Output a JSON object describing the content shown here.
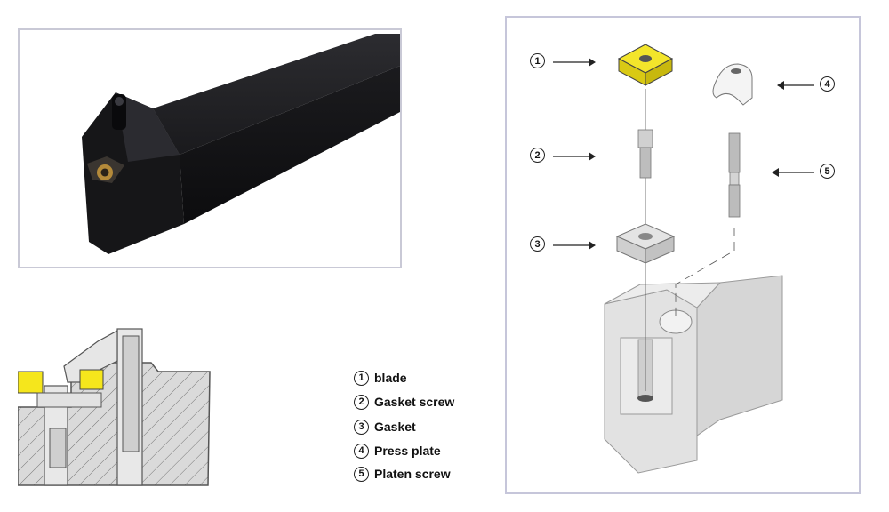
{
  "legend": [
    {
      "num": "1",
      "label": "blade"
    },
    {
      "num": "2",
      "label": "Gasket screw"
    },
    {
      "num": "3",
      "label": "Gasket"
    },
    {
      "num": "4",
      "label": "Press plate"
    },
    {
      "num": "5",
      "label": "Platen screw"
    }
  ],
  "callouts": {
    "c1": "1",
    "c2": "2",
    "c3": "3",
    "c4": "4",
    "c5": "5"
  },
  "colors": {
    "insert_yellow": "#f2e21a",
    "tool_black": "#141416",
    "part_gray": "#dcdcdc",
    "frame_border": "#c6c6da"
  }
}
